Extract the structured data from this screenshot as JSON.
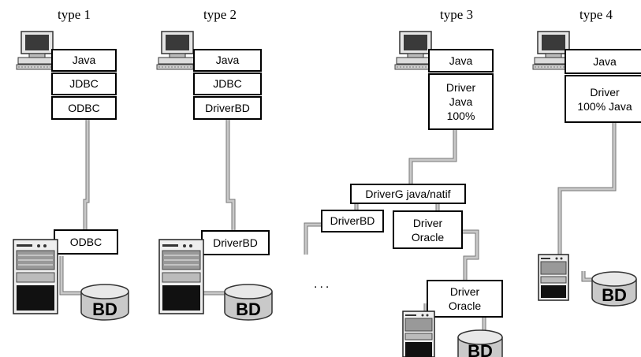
{
  "columns": [
    {
      "title": "type 1",
      "client_stack": [
        "Java",
        "JDBC",
        "ODBC"
      ],
      "server_box": "ODBC",
      "db_label": "BD"
    },
    {
      "title": "type 2",
      "client_stack": [
        "Java",
        "JDBC",
        "DriverBD"
      ],
      "server_box": "DriverBD",
      "db_label": "BD"
    },
    {
      "title": "type 3",
      "client_stack": [
        "Java",
        "Driver\nJava\n100%"
      ],
      "middleware": "DriverG java/natif",
      "branch_left": "DriverBD",
      "branch_right": "Driver\nOracle",
      "ellipsis": "...",
      "server_box": "Driver\nOracle",
      "db_label": "BD"
    },
    {
      "title": "type 4",
      "client_stack": [
        "Java",
        "Driver\n100% Java"
      ],
      "db_label": "BD"
    }
  ],
  "colors": {
    "wire": "#b3b3b3",
    "wire_edge": "#6e6e6e",
    "stroke": "#000000"
  },
  "icons": [
    "computer-icon",
    "server-icon",
    "database-icon"
  ]
}
